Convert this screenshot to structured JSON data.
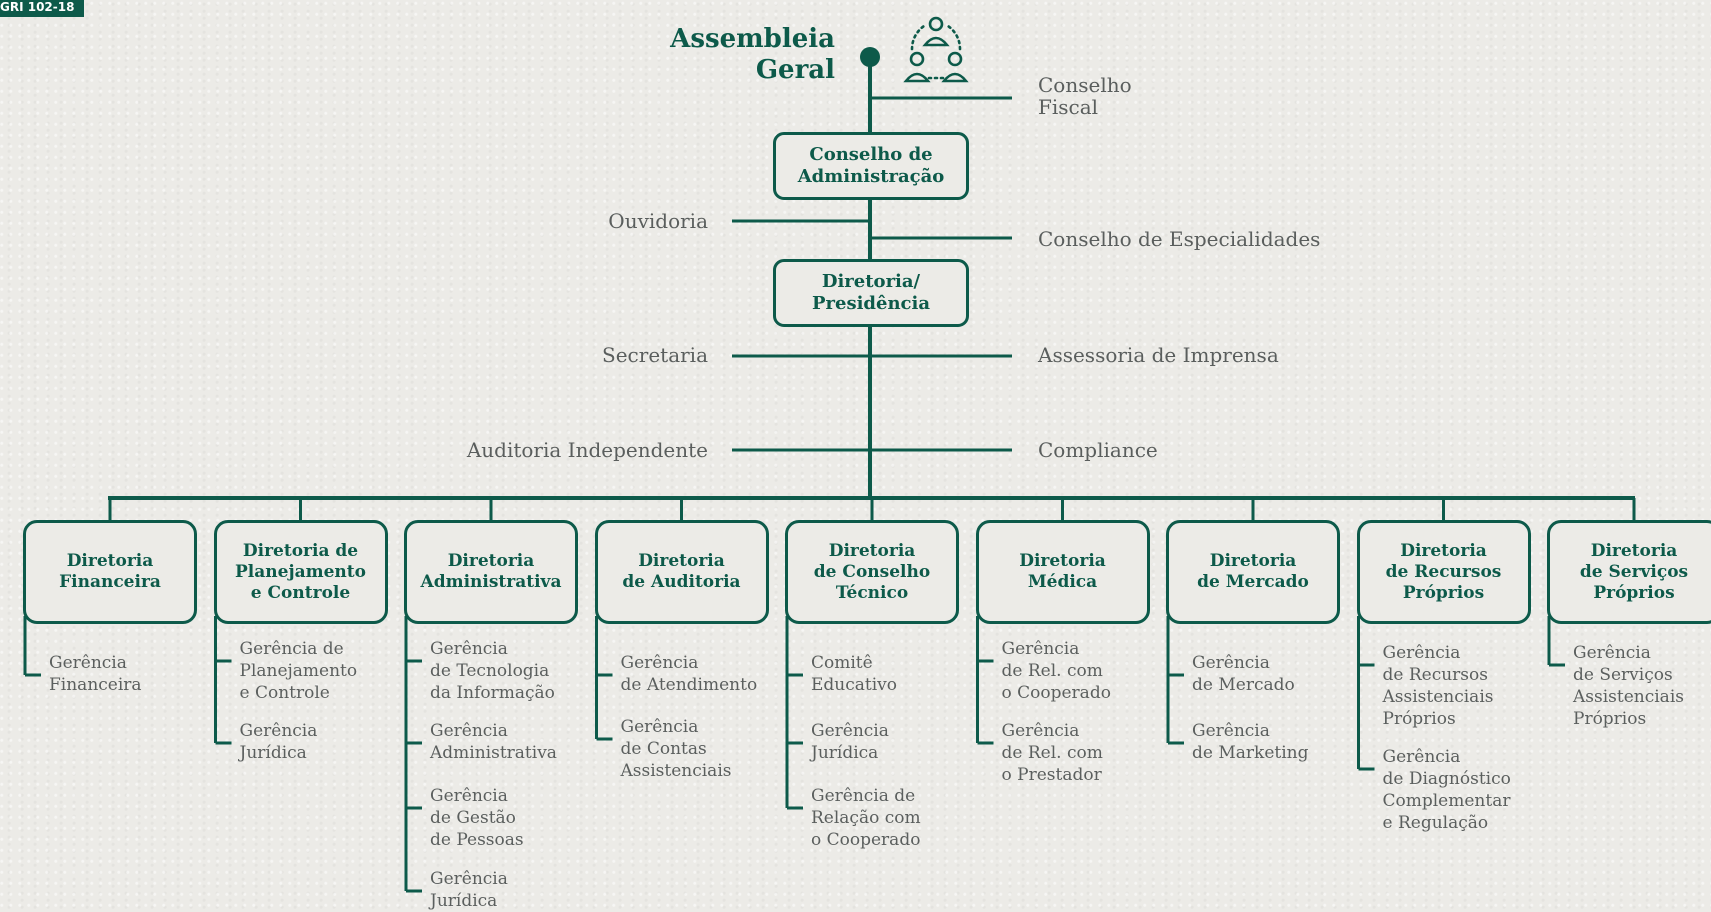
{
  "corner_tag": "GRI 102-18",
  "colors": {
    "primary": "#0d5a4a",
    "text": "#5b5f5e",
    "background": "#ecebe7"
  },
  "icon": "people-network-icon",
  "top": {
    "title": "Assembleia Geral",
    "conselho_fiscal": "Conselho\nFiscal",
    "conselho_adm": "Conselho de Administração",
    "ouvidoria": "Ouvidoria",
    "conselho_especialidades": "Conselho de Especialidades",
    "diretoria_presidencia": "Diretoria/ Presidência",
    "secretaria": "Secretaria",
    "assessoria": "Assessoria de Imprensa",
    "auditoria_independente": "Auditoria Independente",
    "compliance": "Compliance"
  },
  "directorates": [
    {
      "title": "Diretoria\nFinanceira",
      "managers": [
        "Gerência\nFinanceira"
      ]
    },
    {
      "title": "Diretoria  de\nPlanejamento\ne Controle",
      "managers": [
        "Gerência  de\nPlanejamento\ne Controle",
        "Gerência\nJurídica"
      ]
    },
    {
      "title": "Diretoria\nAdministrativa",
      "managers": [
        "Gerência\nde Tecnologia\nda Informação",
        "Gerência\nAdministrativa",
        "Gerência\nde Gestão\nde Pessoas",
        "Gerência\nJurídica"
      ]
    },
    {
      "title": "Diretoria\nde Auditoria",
      "managers": [
        "Gerência\nde Atendimento",
        "Gerência\nde Contas\nAssistenciais"
      ]
    },
    {
      "title": "Diretoria\nde Conselho\nTécnico",
      "managers": [
        "Comitê\nEducativo",
        "Gerência\nJurídica",
        "Gerência de\nRelação com\no Cooperado"
      ]
    },
    {
      "title": "Diretoria\nMédica",
      "managers": [
        "Gerência\nde Rel. com\no Cooperado",
        "Gerência\nde Rel. com\no Prestador"
      ]
    },
    {
      "title": "Diretoria\nde Mercado",
      "managers": [
        "Gerência\nde Mercado",
        "Gerência\nde Marketing"
      ]
    },
    {
      "title": "Diretoria\nde Recursos\nPróprios",
      "managers": [
        "Gerência\nde Recursos\nAssistenciais\nPróprios",
        "Gerência\nde Diagnóstico\nComplementar\ne Regulação"
      ]
    },
    {
      "title": "Diretoria\nde Serviços\nPróprios",
      "managers": [
        "Gerência\nde Serviços\nAssistenciais\nPróprios"
      ]
    }
  ]
}
